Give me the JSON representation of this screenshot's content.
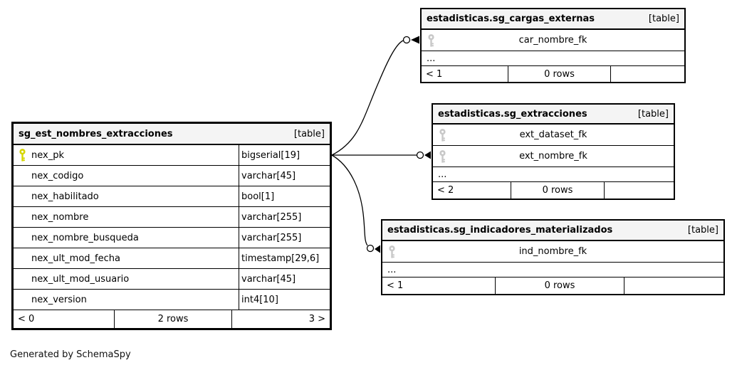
{
  "generated_by": "Generated by SchemaSpy",
  "main_table": {
    "title": "sg_est_nombres_extracciones",
    "badge": "[table]",
    "columns": [
      {
        "name": "nex_pk",
        "type": "bigserial[19]"
      },
      {
        "name": "nex_codigo",
        "type": "varchar[45]"
      },
      {
        "name": "nex_habilitado",
        "type": "bool[1]"
      },
      {
        "name": "nex_nombre",
        "type": "varchar[255]"
      },
      {
        "name": "nex_nombre_busqueda",
        "type": "varchar[255]"
      },
      {
        "name": "nex_ult_mod_fecha",
        "type": "timestamp[29,6]"
      },
      {
        "name": "nex_ult_mod_usuario",
        "type": "varchar[45]"
      },
      {
        "name": "nex_version",
        "type": "int4[10]"
      }
    ],
    "footer": {
      "left": "< 0",
      "center": "2 rows",
      "right": "3 >"
    }
  },
  "related_tables": [
    {
      "title": "estadisticas.sg_cargas_externas",
      "badge": "[table]",
      "fk_columns": [
        "car_nombre_fk"
      ],
      "ellipsis": "...",
      "footer": {
        "left": "< 1",
        "center": "0 rows",
        "right": ""
      }
    },
    {
      "title": "estadisticas.sg_extracciones",
      "badge": "[table]",
      "fk_columns": [
        "ext_dataset_fk",
        "ext_nombre_fk"
      ],
      "ellipsis": "...",
      "footer": {
        "left": "< 2",
        "center": "0 rows",
        "right": ""
      }
    },
    {
      "title": "estadisticas.sg_indicadores_materializados",
      "badge": "[table]",
      "fk_columns": [
        "ind_nombre_fk"
      ],
      "ellipsis": "...",
      "footer": {
        "left": "< 1",
        "center": "0 rows",
        "right": ""
      }
    }
  ],
  "colors": {
    "pk_key": "#d6d600",
    "fk_key": "#c8c8c8",
    "header_bg": "#f4f4f4",
    "border": "#000000",
    "background": "#ffffff"
  }
}
